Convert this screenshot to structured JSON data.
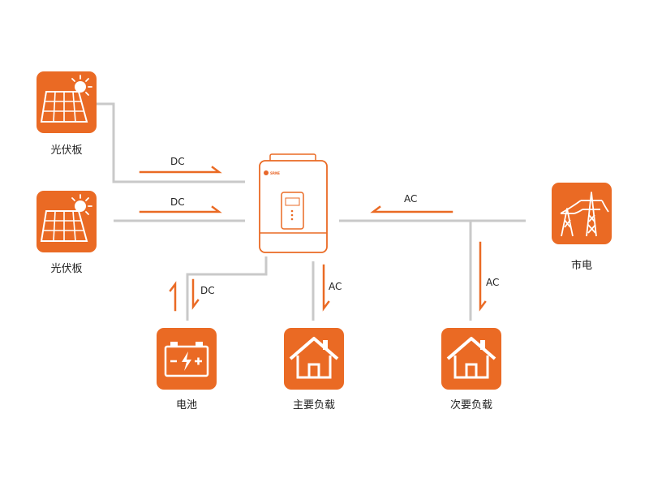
{
  "nodes": {
    "pv1": {
      "label": "光伏板"
    },
    "pv2": {
      "label": "光伏板"
    },
    "battery": {
      "label": "电池"
    },
    "main_load": {
      "label": "主要负载"
    },
    "secondary_load": {
      "label": "次要负载"
    },
    "grid": {
      "label": "市电"
    }
  },
  "inverter": {
    "brand": "SRNE"
  },
  "flows": {
    "pv1": "DC",
    "pv2": "DC",
    "battery": "DC",
    "grid": "AC",
    "main_load": "AC",
    "secondary_load": "AC"
  },
  "colors": {
    "accent": "#ea6a24",
    "line": "#c9c9c9",
    "text": "#222222"
  },
  "icons": {
    "pv": "solar-panel-icon",
    "battery": "battery-icon",
    "load": "house-icon",
    "grid": "power-tower-icon"
  }
}
